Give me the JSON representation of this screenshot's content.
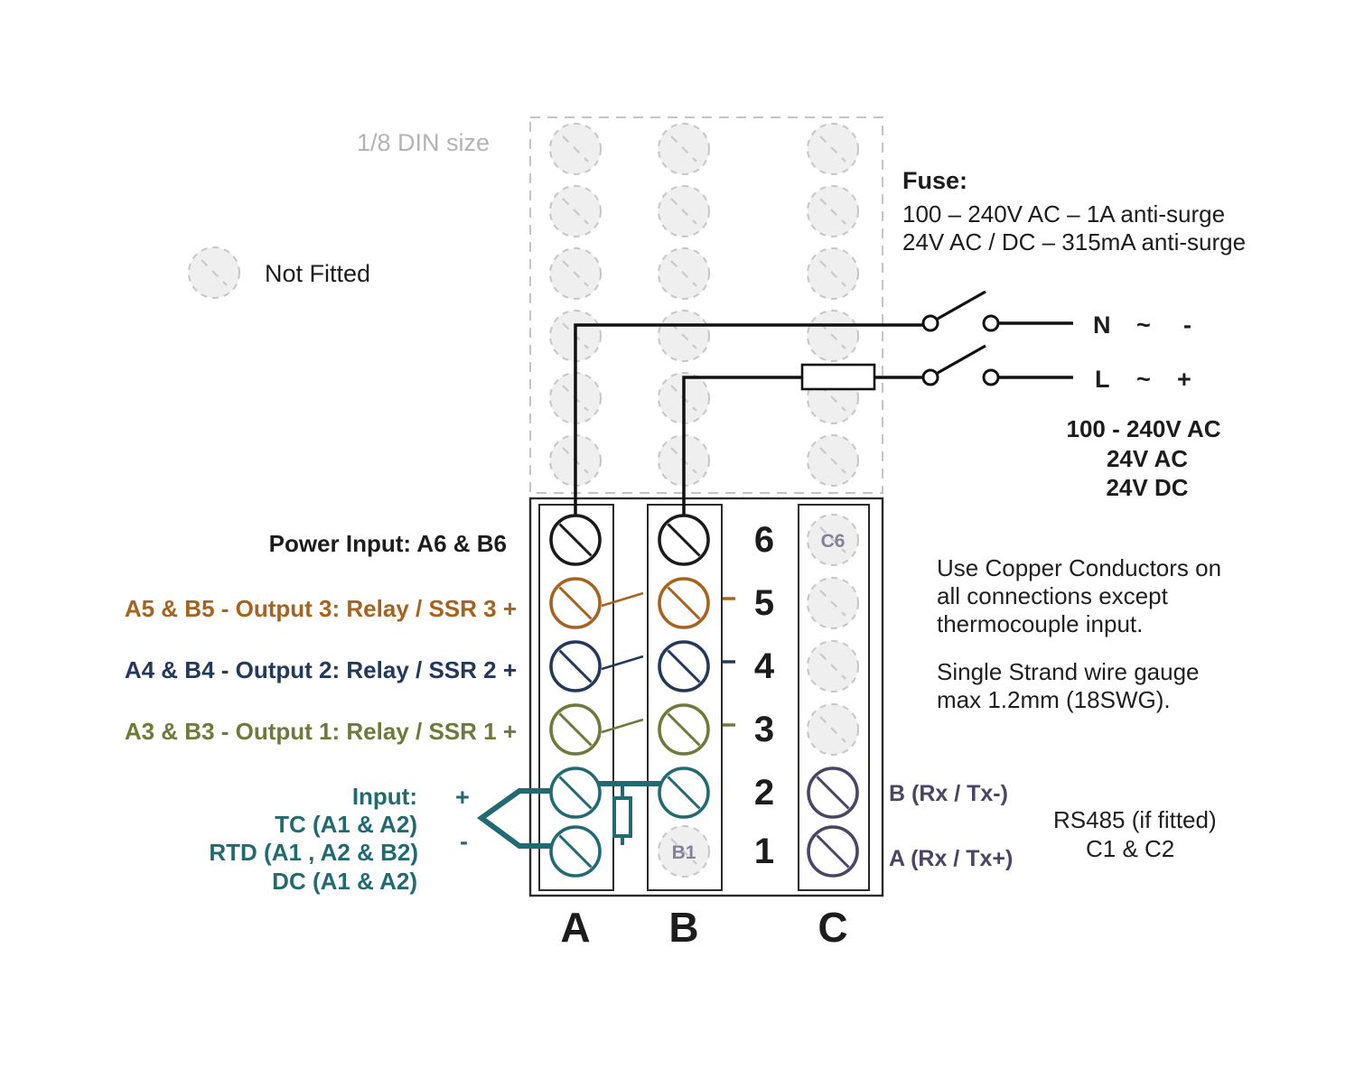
{
  "colors": {
    "black": "#1a1a1a",
    "output3_orange": "#a5631f",
    "output2_navy": "#23395b",
    "output1_olive": "#6d7a3a",
    "input_teal": "#226a72",
    "rs485_purple": "#4c4464",
    "not_fitted_gray": "#c6c6c6",
    "din_text_gray": "#b3b3b3"
  },
  "header": {
    "din_size": "1/8 DIN size",
    "not_fitted": "Not Fitted"
  },
  "fuse": {
    "title": "Fuse:",
    "line1": "100 – 240V AC – 1A anti-surge",
    "line2": "24V AC / DC – 315mA anti-surge"
  },
  "supply": {
    "n": "N",
    "n_tilde": "~",
    "n_minus": "-",
    "l": "L",
    "l_tilde": "~",
    "l_plus": "+",
    "voltages": [
      "100 - 240V AC",
      "24V AC",
      "24V DC"
    ]
  },
  "left_labels": {
    "power_input": "Power Input:  A6 & B6",
    "output3": "A5 & B5 - Output 3:  Relay / SSR 3 +",
    "output2": "A4 & B4 - Output 2:  Relay / SSR 2 +",
    "output1": "A3 & B3 - Output 1:  Relay / SSR 1 +",
    "input": "Input:",
    "plus": "+",
    "minus": "-",
    "tc": "TC (A1 & A2)",
    "rtd": "RTD (A1 , A2 & B2)",
    "dc": "DC  (A1 & A2)"
  },
  "notes": {
    "copper": [
      "Use Copper Conductors on",
      "all connections except",
      "thermocouple input."
    ],
    "wire": [
      "Single Strand wire gauge",
      "max 1.2mm (18SWG)."
    ]
  },
  "rs485": {
    "b": "B (Rx / Tx-)",
    "a": "A (Rx / Tx+)",
    "note1": "RS485 (if fitted)",
    "note2": "C1 & C2"
  },
  "terminal_block": {
    "columns": [
      "A",
      "B",
      "C"
    ],
    "rows": [
      "6",
      "5",
      "4",
      "3",
      "2",
      "1"
    ],
    "c6": "C6",
    "b1": "B1"
  }
}
